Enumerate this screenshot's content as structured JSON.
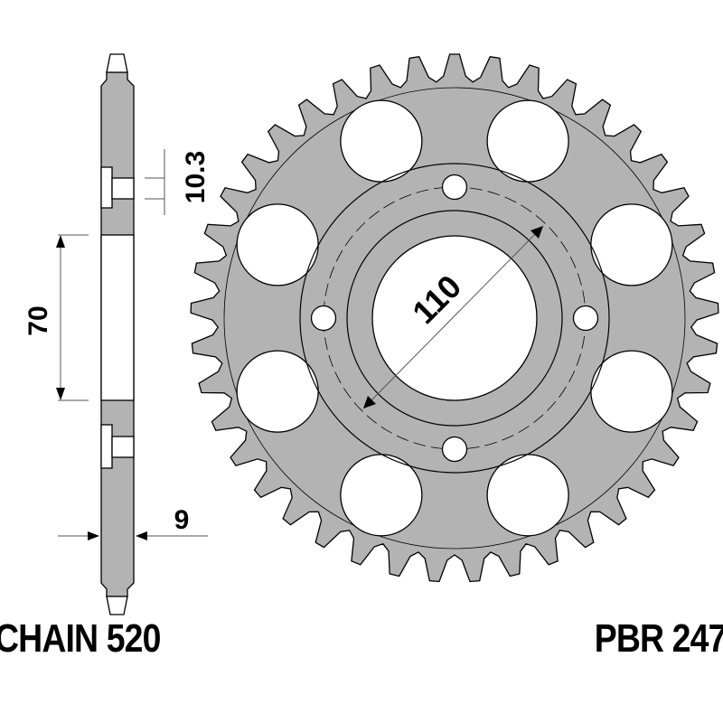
{
  "drawing": {
    "chain_label": "CHAIN 520",
    "part_number": "PBR 247",
    "dimensions": {
      "bolt_circle": "110",
      "bore_height": "70",
      "bolt_hole": "10.3",
      "thickness": "9"
    },
    "teeth": 41,
    "bolt_holes": 4,
    "lightening_holes": 8,
    "colors": {
      "metal": "#b3b3b3",
      "line": "#000000"
    }
  }
}
